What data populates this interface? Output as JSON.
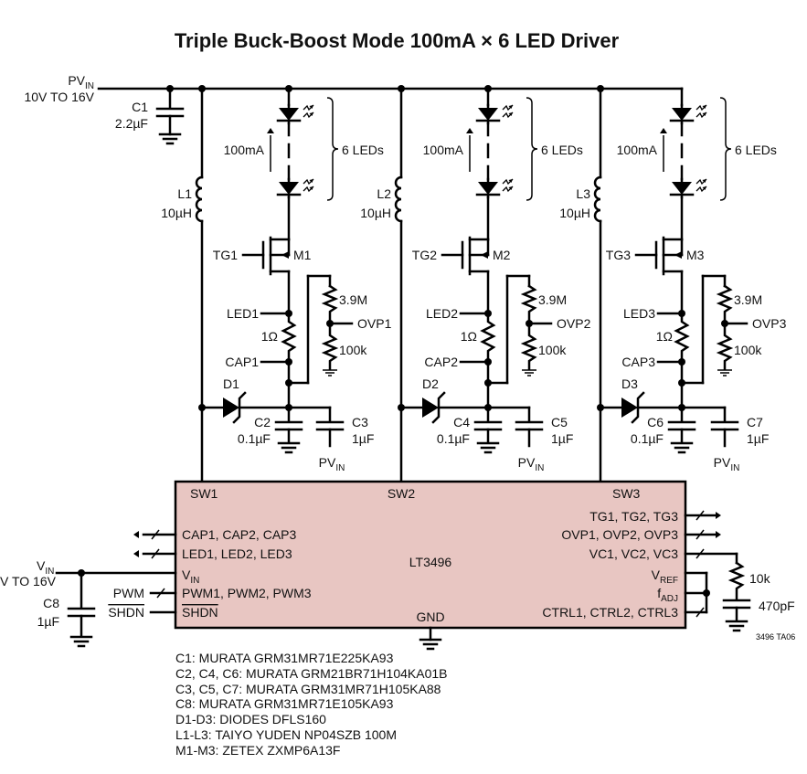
{
  "title": "Triple Buck-Boost Mode 100mA × 6 LED Driver",
  "input": {
    "pv_base": "PV",
    "pv_sub": "IN",
    "pv_range": "10V TO 16V",
    "c1_ref": "C1",
    "c1_value": "2.2µF"
  },
  "channels": [
    {
      "l_ref": "L1",
      "l_value": "10µH",
      "current": "100mA",
      "leds": "6 LEDs",
      "tg": "TG1",
      "m": "M1",
      "led": "LED1",
      "res": "1Ω",
      "cap": "CAP1",
      "d": "D1",
      "ca_ref": "C2",
      "ca_value": "0.1µF",
      "cb_ref": "C3",
      "cb_value": "1µF",
      "pv_base": "PV",
      "pv_sub": "IN",
      "r_top": "3.9M",
      "r_bot": "100k",
      "ovp": "OVP1"
    },
    {
      "l_ref": "L2",
      "l_value": "10µH",
      "current": "100mA",
      "leds": "6 LEDs",
      "tg": "TG2",
      "m": "M2",
      "led": "LED2",
      "res": "1Ω",
      "cap": "CAP2",
      "d": "D2",
      "ca_ref": "C4",
      "ca_value": "0.1µF",
      "cb_ref": "C5",
      "cb_value": "1µF",
      "pv_base": "PV",
      "pv_sub": "IN",
      "r_top": "3.9M",
      "r_bot": "100k",
      "ovp": "OVP2"
    },
    {
      "l_ref": "L3",
      "l_value": "10µH",
      "current": "100mA",
      "leds": "6 LEDs",
      "tg": "TG3",
      "m": "M3",
      "led": "LED3",
      "res": "1Ω",
      "cap": "CAP3",
      "d": "D3",
      "ca_ref": "C6",
      "ca_value": "0.1µF",
      "cb_ref": "C7",
      "cb_value": "1µF",
      "pv_base": "PV",
      "pv_sub": "IN",
      "r_top": "3.9M",
      "r_bot": "100k",
      "ovp": "OVP3"
    }
  ],
  "ic": {
    "name": "LT3496",
    "sw1": "SW1",
    "sw2": "SW2",
    "sw3": "SW3",
    "gnd": "GND",
    "cap_pins": "CAP1, CAP2, CAP3",
    "led_pins": "LED1, LED2, LED3",
    "vin_base": "V",
    "vin_sub": "IN",
    "pwm_pins": "PWM1, PWM2, PWM3",
    "shdn_pin": "SHDN",
    "tg_pins": "TG1, TG2, TG3",
    "ovp_pins": "OVP1, OVP2, OVP3",
    "vc_pins": "VC1, VC2, VC3",
    "vref_base": "V",
    "vref_sub": "REF",
    "fadj_base": "f",
    "fadj_sub": "ADJ",
    "ctrl_pins": "CTRL1, CTRL2, CTRL3",
    "color": "#e8c6c2"
  },
  "vin": {
    "base": "V",
    "sub": "IN",
    "range": "V TO 16V",
    "pwm": "PWM",
    "shdn": "SHDN",
    "c8_ref": "C8",
    "c8_value": "1µF"
  },
  "comp": {
    "r_value": "10k",
    "c_value": "470pF"
  },
  "figure_code": "3496 TA06",
  "bom": [
    "C1: MURATA GRM31MR71E225KA93",
    "C2, C4, C6: MURATA GRM21BR71H104KA01B",
    "C3, C5, C7: MURATA GRM31MR71H105KA88",
    "C8: MURATA GRM31MR71E105KA93",
    "D1-D3: DIODES DFLS160",
    "L1-L3: TAIYO YUDEN NP04SZB 100M",
    "M1-M3: ZETEX ZXMP6A13F"
  ]
}
